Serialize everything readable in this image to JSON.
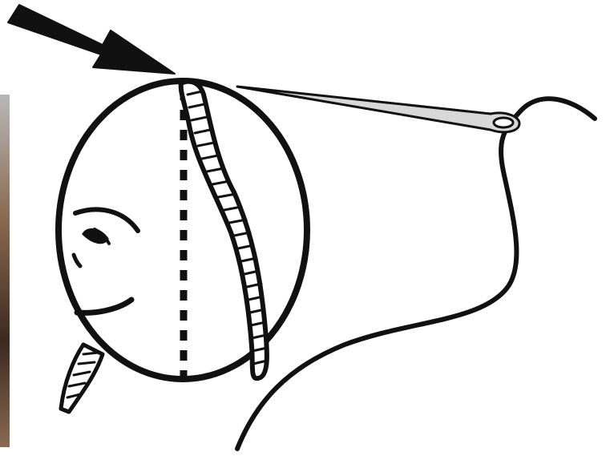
{
  "figure": {
    "kind": "sewing-instruction-illustration",
    "colors": {
      "ink": "#111111",
      "paper": "#ffffff",
      "needle_fill": "#d8d8d8",
      "photo_strip_dark": "#3a2a20",
      "photo_strip_mid": "#8a6a50",
      "photo_strip_light": "#b8b8b8"
    },
    "parts": [
      {
        "name": "pointer-arrow",
        "icon": "arrow-down-right-icon"
      },
      {
        "name": "head-outline",
        "icon": "circle-outline"
      },
      {
        "name": "center-seam-line",
        "icon": "dashed-line"
      },
      {
        "name": "whipstitched-seam",
        "icon": "stitch-icon"
      },
      {
        "name": "sewing-needle",
        "icon": "needle-icon"
      },
      {
        "name": "thread",
        "icon": "thread-icon"
      },
      {
        "name": "ear-tab",
        "icon": "stitch-icon"
      },
      {
        "name": "face",
        "icon": "face-icon"
      }
    ]
  }
}
